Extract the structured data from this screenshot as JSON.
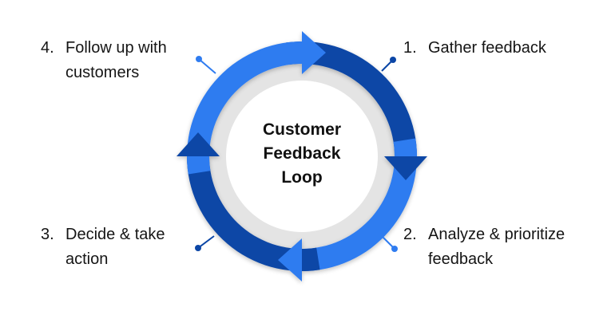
{
  "title": {
    "line1": "Customer",
    "line2": "Feedback",
    "line3": "Loop"
  },
  "steps": [
    {
      "number": "1.",
      "line1": "Gather feedback",
      "line2": ""
    },
    {
      "number": "2.",
      "line1": "Analyze & prioritize",
      "line2": "feedback"
    },
    {
      "number": "3.",
      "line1": "Decide & take",
      "line2": "action"
    },
    {
      "number": "4.",
      "line1": "Follow up with",
      "line2": "customers"
    }
  ],
  "colors": {
    "light_blue": "#2f7cf0",
    "dark_blue": "#0b46a6",
    "inner_ring_gray": "#e4e4e4",
    "text": "#151515"
  }
}
